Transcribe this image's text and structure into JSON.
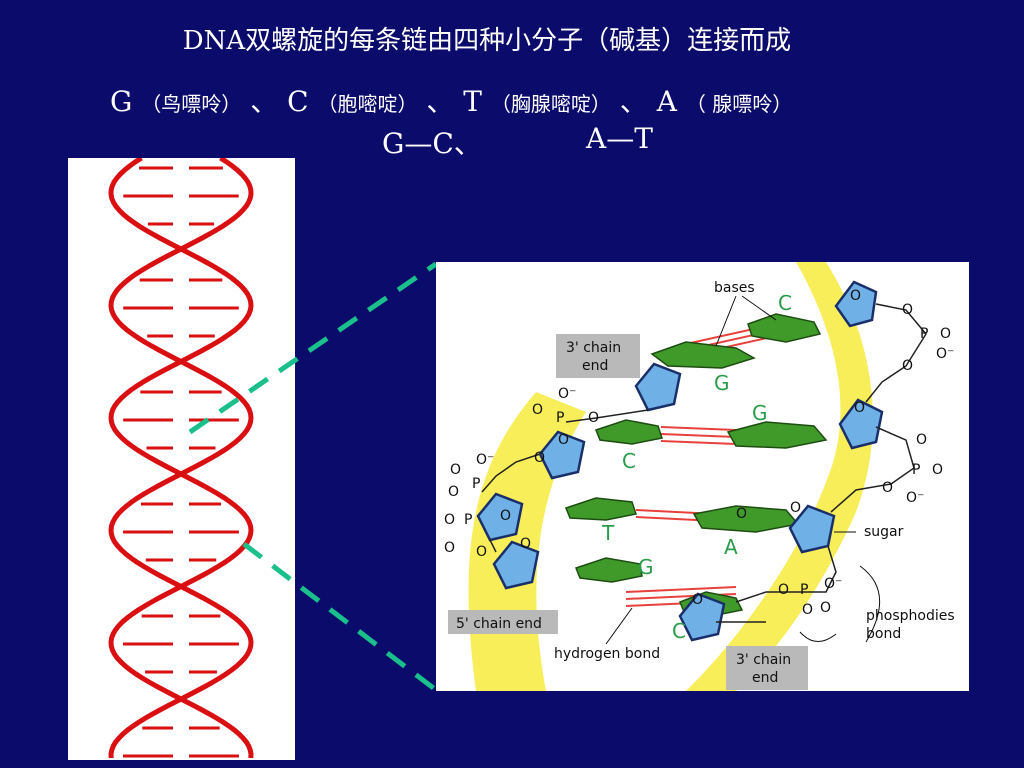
{
  "title": {
    "lead": "DNA",
    "text": "双螺旋的每条链由四种小分子（碱基）连接而成"
  },
  "bases": [
    {
      "letter": "G",
      "name": "（鸟嘌呤）"
    },
    {
      "letter": "C",
      "name": "（胞嘧啶）"
    },
    {
      "letter": "T",
      "name": "（胸腺嘧啶）"
    },
    {
      "letter": "A",
      "name": "（ 腺嘌呤）"
    }
  ],
  "separator": "、",
  "pairs": {
    "gc": "G—C、",
    "at": "A—T"
  },
  "diagram": {
    "labels": {
      "bases": "bases",
      "three_prime_top_1": "3' chain",
      "three_prime_top_2": "end",
      "five_prime": "5' chain end",
      "hydrogen_bond": "hydrogen bond",
      "three_prime_bottom_1": "3' chain",
      "three_prime_bottom_2": "end",
      "sugar": "sugar",
      "phosphodiester_1": "phosphodies",
      "phosphodiester_2": "bond"
    },
    "base_letters": [
      "C",
      "G",
      "G",
      "C",
      "T",
      "A",
      "G",
      "C"
    ],
    "atoms": {
      "phosphorus": "P",
      "oxygen": "O",
      "oxygen_minus": "O⁻"
    },
    "colors": {
      "backbone_band": "#f7ee5a",
      "sugar": "#6fb0e6",
      "base": "#3f9a2a",
      "hydrogen_bond": "#e8413d",
      "label_box": "#b9b9b9",
      "letter": "#2a9d4a",
      "helix": "#d90f12",
      "connector": "#1abf8c"
    }
  }
}
